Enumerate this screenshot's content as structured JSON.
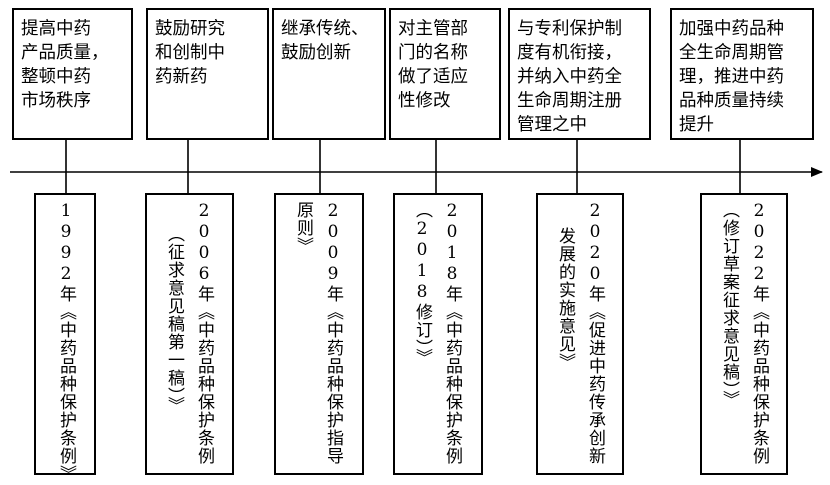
{
  "milestones": [
    {
      "goal": "提高中药\n产品质量，\n整顿中药\n市场秩序",
      "document_lines": [
        "1992年《中药品种保护条例》"
      ]
    },
    {
      "goal": "鼓励研究\n和创制中\n药新药",
      "document_lines": [
        "2006年《中药品种保护条例",
        "（征求意见稿第一稿）》"
      ]
    },
    {
      "goal": "继承传统、\n鼓励创新",
      "document_lines": [
        "2009年《中药品种保护指导",
        "原则》"
      ]
    },
    {
      "goal": "对主管部\n门的名称\n做了适应\n性修改",
      "document_lines": [
        "2018年《中药品种保护条例",
        "（2018修订）》"
      ]
    },
    {
      "goal": "与专利保护制\n度有机衔接，\n并纳入中药全\n生命周期注册\n管理之中",
      "document_lines": [
        "2020年《促进中药传承创新",
        "发展的实施意见》"
      ]
    },
    {
      "goal": "加强中药品种\n全生命周期管\n理，推进中药\n品种质量持续\n提升",
      "document_lines": [
        "2022年《中药品种保护条例",
        "（修订草案征求意见稿）》"
      ]
    }
  ]
}
